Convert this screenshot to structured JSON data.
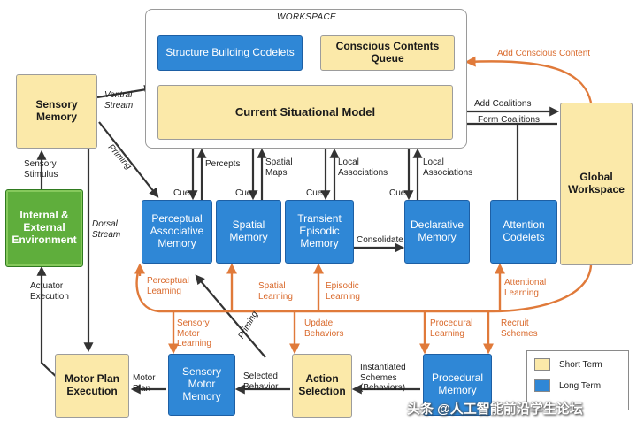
{
  "workspace": {
    "title": "WORKSPACE"
  },
  "boxes": {
    "structure_building_codelets": "Structure Building Codelets",
    "conscious_contents_queue": "Conscious Contents Queue",
    "current_situational_model": "Current Situational Model",
    "sensory_memory": "Sensory Memory",
    "internal_external_environment": "Internal & External Environment",
    "perceptual_associative_memory": "Perceptual Associative Memory",
    "spatial_memory": "Spatial Memory",
    "transient_episodic_memory": "Transient Episodic Memory",
    "declarative_memory": "Declarative Memory",
    "attention_codelets": "Attention Codelets",
    "global_workspace": "Global Workspace",
    "motor_plan_execution": "Motor Plan Execution",
    "sensory_motor_memory": "Sensory Motor Memory",
    "action_selection": "Action Selection",
    "procedural_memory": "Procedural Memory"
  },
  "labels": {
    "ventral_stream": "Ventral Stream",
    "dorsal_stream": "Dorsal Stream",
    "sensory_stimulus": "Sensory Stimulus",
    "actuator_execution": "Actuator Execution",
    "priming_top": "Priming",
    "priming_bottom": "Priming",
    "percepts": "Percepts",
    "spatial_maps": "Spatial Maps",
    "local_associations_1": "Local Associations",
    "local_associations_2": "Local Associations",
    "cue_1": "Cue",
    "cue_2": "Cue",
    "cue_3": "Cue",
    "cue_4": "Cue",
    "consolidate": "Consolidate",
    "add_conscious_content": "Add Conscious Content",
    "add_coalitions": "Add Coalitions",
    "form_coalitions": "Form Coalitions",
    "perceptual_learning": "Perceptual Learning",
    "spatial_learning": "Spatial Learning",
    "episodic_learning": "Episodic Learning",
    "attentional_learning": "Attentional Learning",
    "sensory_motor_learning": "Sensory Motor Learning",
    "update_behaviors": "Update Behaviors",
    "procedural_learning": "Procedural Learning",
    "recruit_schemes": "Recruit Schemes",
    "motor_plan": "Motor Plan",
    "selected_behavior": "Selected Behavior",
    "instantiated_schemes": "Instantiated Schemes (Behaviors)"
  },
  "legend": {
    "short_term": "Short Term",
    "long_term": "Long Term"
  },
  "colors": {
    "short_term": "#fbe9a9",
    "long_term": "#2f87d6",
    "environment": "#5fae3c",
    "learning_arrow": "#e07a3a",
    "arrow": "#333333"
  },
  "watermark": "头条 @人工智能前沿学生论坛"
}
